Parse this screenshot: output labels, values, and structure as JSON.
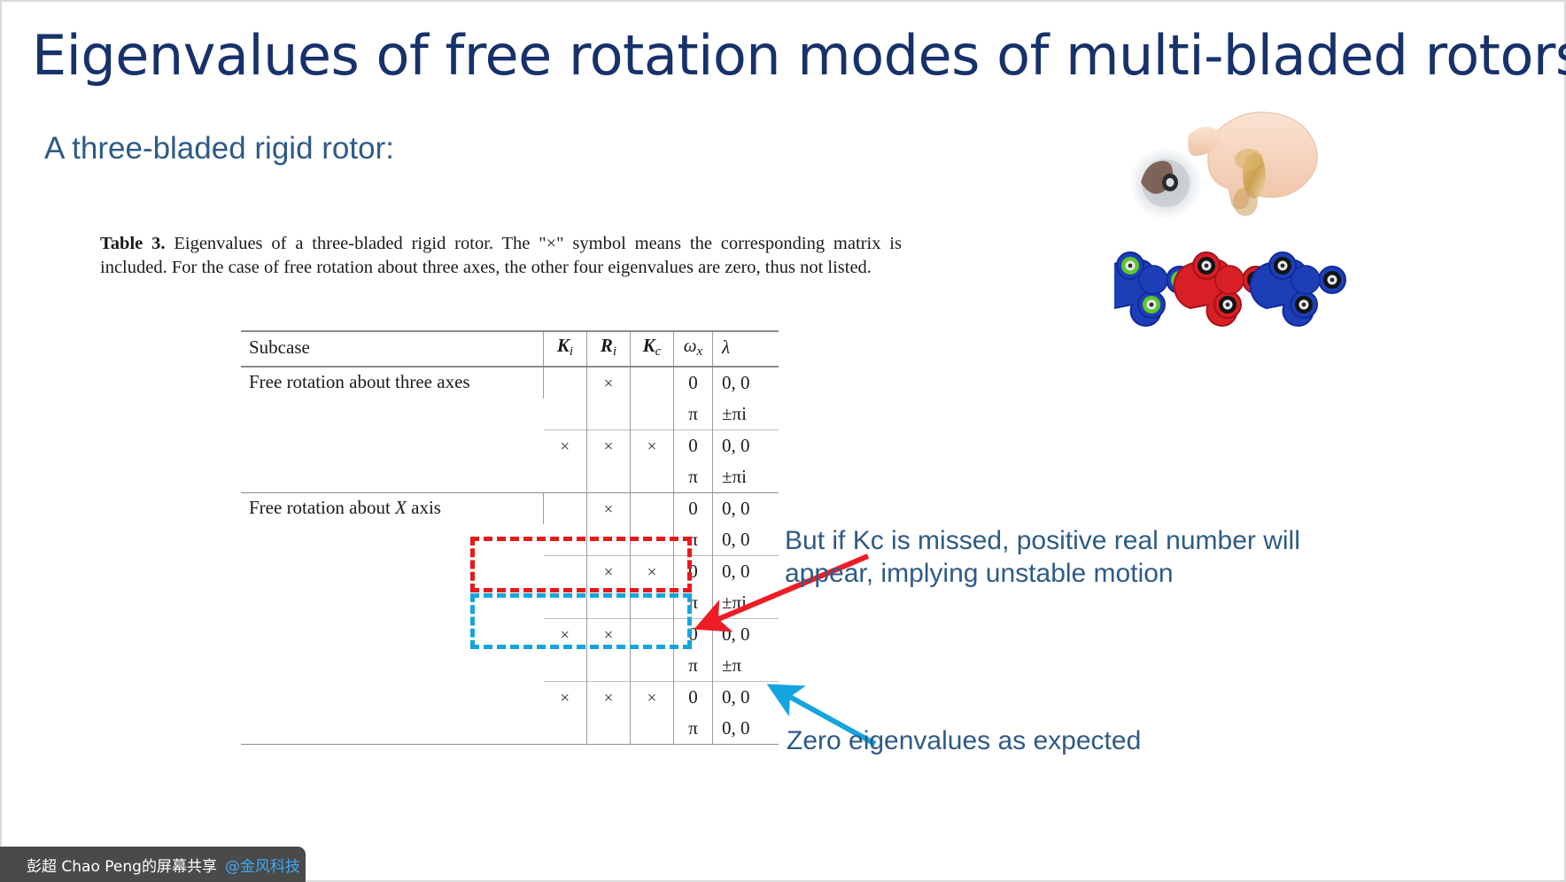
{
  "slide": {
    "title": "Eigenvalues of free rotation modes of multi-bladed rotors",
    "subtitle": "A three-bladed rigid rotor:",
    "title_color": "#17316b",
    "subtitle_color": "#2e5a86"
  },
  "caption": {
    "label": "Table 3.",
    "text": " Eigenvalues of a three-bladed rigid rotor. The \"×\" symbol means the corresponding matrix is included. For the case of free rotation about three axes, the other four eigenvalues are zero, thus not listed."
  },
  "table": {
    "headers": {
      "subcase": "Subcase",
      "ki": "K",
      "ki_sub": "i",
      "ri": "R",
      "ri_sub": "i",
      "kc": "K",
      "kc_sub": "c",
      "omega": "ω",
      "omega_sub": "x",
      "lambda": "λ"
    },
    "groups": [
      {
        "subcase": "Free rotation about three axes",
        "rows": [
          {
            "ki": "",
            "ri": "×",
            "kc": "",
            "entries": [
              {
                "omega": "0",
                "lambda": "0, 0"
              },
              {
                "omega": "π",
                "lambda": "±πi"
              }
            ]
          },
          {
            "ki": "×",
            "ri": "×",
            "kc": "×",
            "entries": [
              {
                "omega": "0",
                "lambda": "0, 0"
              },
              {
                "omega": "π",
                "lambda": "±πi"
              }
            ]
          }
        ]
      },
      {
        "subcase": "Free rotation about X axis",
        "rows": [
          {
            "ki": "",
            "ri": "×",
            "kc": "",
            "entries": [
              {
                "omega": "0",
                "lambda": "0, 0"
              },
              {
                "omega": "π",
                "lambda": "0, 0"
              }
            ]
          },
          {
            "ki": "",
            "ri": "×",
            "kc": "×",
            "entries": [
              {
                "omega": "0",
                "lambda": "0, 0"
              },
              {
                "omega": "π",
                "lambda": "±πi"
              }
            ]
          },
          {
            "ki": "×",
            "ri": "×",
            "kc": "",
            "highlight": "red",
            "entries": [
              {
                "omega": "0",
                "lambda": "0, 0"
              },
              {
                "omega": "π",
                "lambda": "±π"
              }
            ]
          },
          {
            "ki": "×",
            "ri": "×",
            "kc": "×",
            "highlight": "blue",
            "entries": [
              {
                "omega": "0",
                "lambda": "0, 0"
              },
              {
                "omega": "π",
                "lambda": "0, 0"
              }
            ]
          }
        ]
      }
    ],
    "subcase_x_axis_prefix": "Free rotation about ",
    "subcase_x_axis_italic": "X",
    "subcase_x_axis_suffix": " axis"
  },
  "annotations": [
    {
      "id": "red",
      "text": "But if Kc is missed, positive real number will appear, implying unstable motion",
      "color": "#2e5a86",
      "arrow_color": "#ee1c25",
      "box_color": "#e8191b"
    },
    {
      "id": "blue",
      "text": "Zero eigenvalues as expected",
      "color": "#2e5a86",
      "arrow_color": "#14a5de",
      "box_color": "#14a5de"
    }
  ],
  "image": {
    "alt": "fidget-spinner-photo",
    "spinner_colors": [
      "#1c3fb7",
      "#d81f26",
      "#1c3fb7"
    ],
    "ring_colors": [
      "#5ec62b",
      "#111111",
      "#111111"
    ]
  },
  "share_bar": {
    "mic_icon": "mic-muted-icon",
    "screen_icon": "screen-share-icon",
    "text": "彭超 Chao Peng的屏幕共享",
    "tag": "@金风科技",
    "background": "#4a4a4a"
  }
}
